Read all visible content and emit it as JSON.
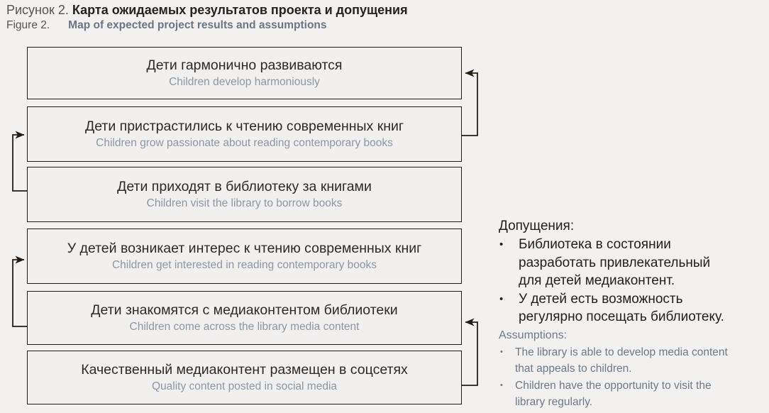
{
  "caption": {
    "ru_label": "Рисунок 2.",
    "ru_title": "Карта ожидаемых результатов проекта и допущения",
    "en_label": "Figure 2.",
    "en_title": "Map of expected project results and assumptions"
  },
  "boxes": [
    {
      "ru": "Дети гармонично развиваются",
      "en": "Children develop harmoniously"
    },
    {
      "ru": "Дети пристрастились к чтению современных книг",
      "en": "Children grow passionate about reading contemporary books"
    },
    {
      "ru": "Дети приходят в библиотеку за книгами",
      "en": "Children visit the library to borrow books"
    },
    {
      "ru": "У детей возникает интерес к чтению современных книг",
      "en": "Children get interested in reading contemporary books"
    },
    {
      "ru": "Дети знакомятся с медиаконтентом библиотеки",
      "en": "Children come across the library media content"
    },
    {
      "ru": "Качественный медиаконтент размещен в соцсетях",
      "en": "Quality content posted in social media"
    }
  ],
  "connectors": [
    {
      "from": "box2",
      "to": "box1",
      "side": "right"
    },
    {
      "from": "box3",
      "to": "box2",
      "side": "left"
    },
    {
      "from": "box5",
      "to": "box4",
      "side": "left"
    },
    {
      "from": "box6",
      "to": "box5",
      "side": "right"
    }
  ],
  "assumptions": {
    "ru_heading": "Допущения:",
    "ru_bullet": "●",
    "ru_items": [
      "Библиотека в состоянии\nразработать привлекательный\nдля детей медиаконтент.",
      "У детей есть возможность\nрегулярно посещать библиотеку."
    ],
    "en_heading": "Assumptions:",
    "en_bullet": "●",
    "en_items": [
      "The library is able to develop media content\nthat appeals to children.",
      "Children have the opportunity to visit the\nlibrary regularly."
    ]
  },
  "colors": {
    "background": "#f2f1f0",
    "box_fill": "#f1f0ef",
    "box_border": "#241d16",
    "arrow": "#241d16",
    "ru_text": "#2d2926",
    "en_subtitle": "#8c96a5",
    "en_heading": "#6e7887",
    "caption_gray": "#57534f"
  }
}
